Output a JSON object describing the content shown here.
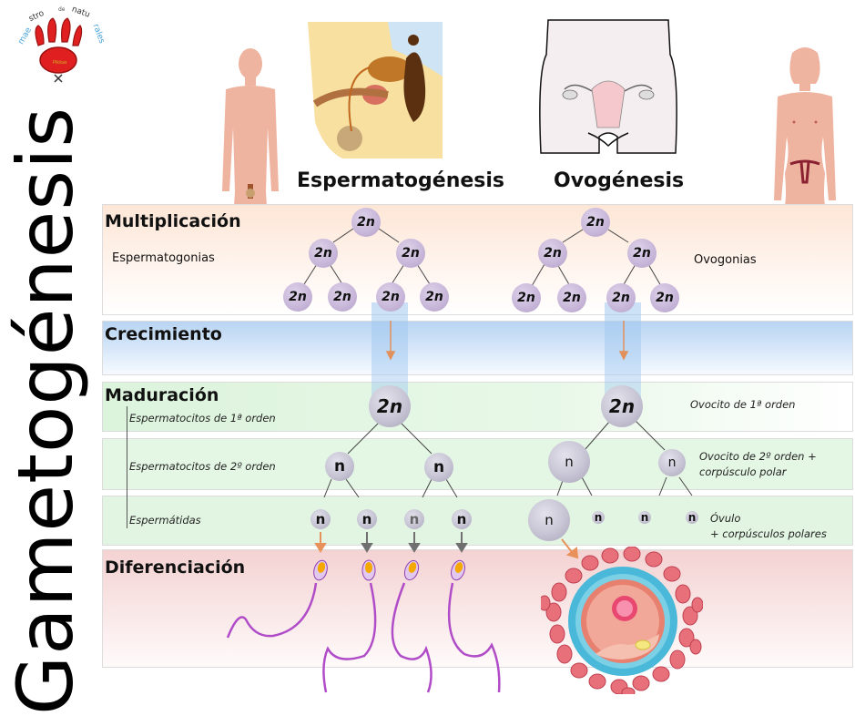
{
  "title": "Gametogénesis",
  "logo": {
    "text_top": "maestro de naturales",
    "icon": "paw-print-icon",
    "badge_text": "Pikkas"
  },
  "headers": {
    "male": "Espermatogénesis",
    "female": "Ovogénesis"
  },
  "phases": {
    "multiplication": "Multiplicación",
    "growth": "Crecimiento",
    "maturation": "Maduración",
    "differentiation": "Diferenciación"
  },
  "male_labels": {
    "spermatogonia": "Espermatogonias",
    "primary": "Espermatocitos de 1ª orden",
    "secondary": "Espermatocitos de 2º orden",
    "spermatids": "Espermátidas"
  },
  "female_labels": {
    "oogonia": "Ovogonias",
    "primary": "Ovocito de 1ª orden",
    "secondary_line1": "Ovocito de 2º orden +",
    "secondary_line2": "corpúsculo polar",
    "ovum_line1": "Óvulo",
    "ovum_line2": "+ corpúsculos polares"
  },
  "ploidy": {
    "diploid": "2n",
    "haploid": "n"
  },
  "colors": {
    "multiplication_bg": "#fde9dc",
    "growth_bg": "#c4dcf4",
    "maturation_bg": "#e0f5e0",
    "differentiation_bg": "#f6d6d6",
    "cell_purple": "#c9b8da",
    "cell_grey": "#c7c4d4",
    "arrow_orange": "#e8915a",
    "arrow_grey": "#707070",
    "sperm_purple": "#b04cc8"
  }
}
